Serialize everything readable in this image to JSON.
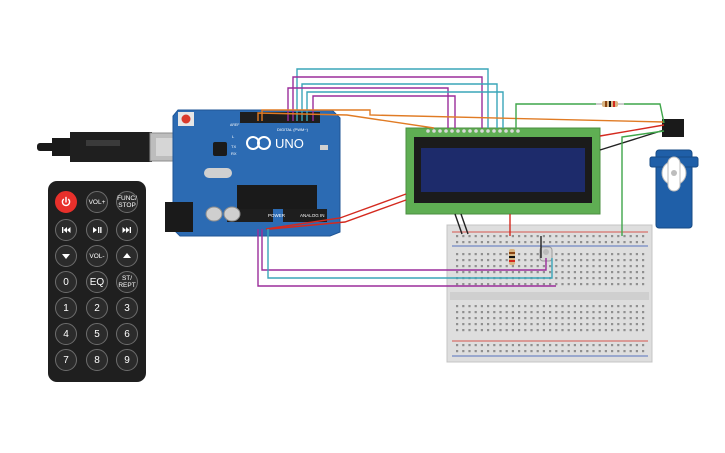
{
  "arduino": {
    "brand_logo": "UNO",
    "digital_label": "DIGITAL (PWM~)",
    "power_label": "POWER",
    "analog_label": "ANALOG IN",
    "tx_label": "TX",
    "rx_label": "RX",
    "l_label": "L",
    "aref_label": "AREF"
  },
  "remote": {
    "buttons": [
      {
        "id": "power",
        "label": "",
        "icon": "power-icon"
      },
      {
        "id": "vol-up",
        "label": "VOL+"
      },
      {
        "id": "func-stop",
        "label": "FUNC/ STOP"
      },
      {
        "id": "prev",
        "label": "",
        "icon": "skip-back-icon"
      },
      {
        "id": "play-pause",
        "label": "",
        "icon": "play-pause-icon"
      },
      {
        "id": "next",
        "label": "",
        "icon": "skip-forward-icon"
      },
      {
        "id": "down",
        "label": "",
        "icon": "arrow-down-icon"
      },
      {
        "id": "vol-down",
        "label": "VOL-"
      },
      {
        "id": "up",
        "label": "",
        "icon": "arrow-up-icon"
      },
      {
        "id": "digit-0",
        "label": "0"
      },
      {
        "id": "eq",
        "label": "EQ"
      },
      {
        "id": "st-rept",
        "label": "ST/ REPT"
      },
      {
        "id": "digit-1",
        "label": "1"
      },
      {
        "id": "digit-2",
        "label": "2"
      },
      {
        "id": "digit-3",
        "label": "3"
      },
      {
        "id": "digit-4",
        "label": "4"
      },
      {
        "id": "digit-5",
        "label": "5"
      },
      {
        "id": "digit-6",
        "label": "6"
      },
      {
        "id": "digit-7",
        "label": "7"
      },
      {
        "id": "digit-8",
        "label": "8"
      },
      {
        "id": "digit-9",
        "label": "9"
      }
    ]
  },
  "colors": {
    "arduino_board": "#2c6bb3",
    "lcd_pcb": "#5fae53",
    "lcd_screen": "#1d2b6b",
    "servo_body": "#1f5fa8",
    "wire_red": "#d42a1f",
    "wire_black": "#222222",
    "wire_purple": "#9b2d9b",
    "wire_cyan": "#3aa6b9",
    "wire_orange": "#e07b24",
    "wire_green": "#3fa64a",
    "remote_body": "#1f1f1f",
    "remote_power": "#e8302b"
  }
}
